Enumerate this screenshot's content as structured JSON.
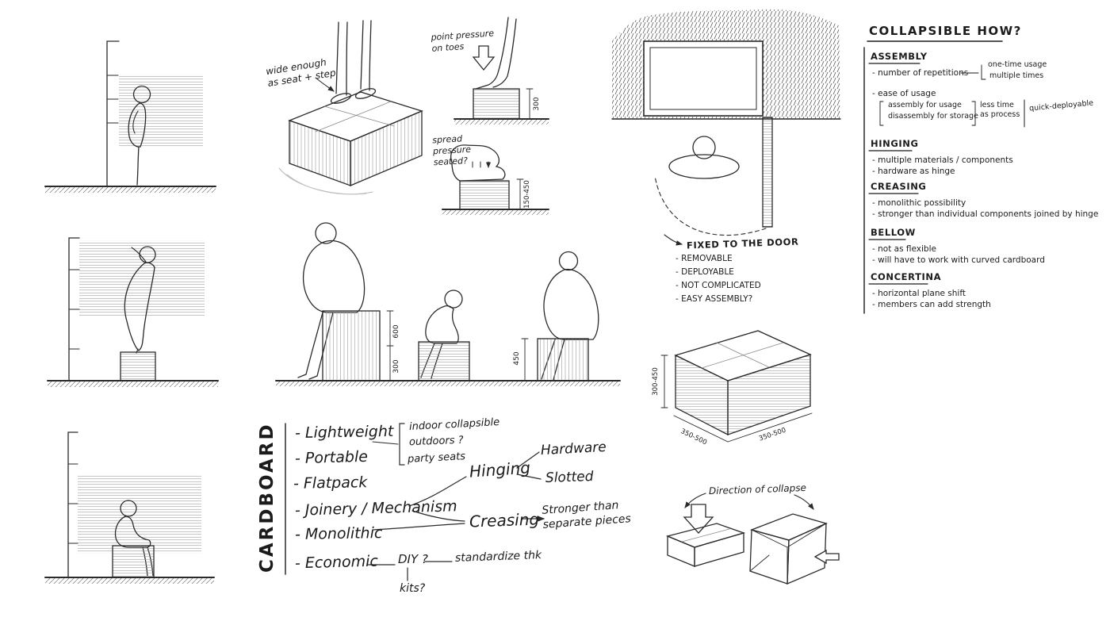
{
  "sketch": {
    "stand_note": "wide enough as seat + step",
    "toe_note": "point pressure on toes",
    "seated_note": "spread pressure seated?"
  },
  "dims": {
    "toe_box": "300",
    "seat_small": "150-450",
    "stool_tall_a": "600",
    "stool_tall_b": "300",
    "stool_mid": "450",
    "iso_height": "300-450",
    "iso_width": "350-500",
    "iso_depth": "350-500"
  },
  "mindmap": {
    "root": "CARDBOARD",
    "items": [
      "- Lightweight",
      "- Portable",
      "- Flatpack",
      "- Joinery / Mechanism",
      "- Monolithic",
      "- Economic"
    ],
    "uses": [
      "indoor collapsible",
      "outdoors ?",
      "party seats"
    ],
    "hinging": "Hinging",
    "hardware": "Hardware",
    "slotted": "Slotted",
    "creasing": "Creasing",
    "creasing_note": "Stronger than separate pieces",
    "diy": "DIY ?",
    "kits": "kits?",
    "standardize": "standardize thk"
  },
  "door": {
    "title": "FIXED TO THE DOOR",
    "bullets": [
      "- REMOVABLE",
      "- DEPLOYABLE",
      "- NOT COMPLICATED",
      "- EASY ASSEMBLY?"
    ]
  },
  "collapse": {
    "label": "Direction of collapse"
  },
  "notes": {
    "title": "COLLAPSIBLE HOW?",
    "assembly": {
      "heading": "ASSEMBLY",
      "repetitions": "- number of repetitions",
      "one_time": "one-time usage",
      "multiple": "multiple times",
      "ease": "- ease of usage",
      "assembly_usage": "assembly for usage",
      "disassembly": "disassembly for storage",
      "less_time": "less time as process",
      "quick": "quick-deployable"
    },
    "hinging": {
      "heading": "HINGING",
      "l1": "- multiple materials / components",
      "l2": "- hardware as hinge"
    },
    "creasing": {
      "heading": "CREASING",
      "l1": "- monolithic possibility",
      "l2": "- stronger than individual components joined by hinge"
    },
    "bellow": {
      "heading": "BELLOW",
      "l1": "- not as flexible",
      "l2": "- will have to work with curved cardboard"
    },
    "concertina": {
      "heading": "CONCERTINA",
      "l1": "- horizontal plane shift",
      "l2": "- members can add strength"
    }
  }
}
